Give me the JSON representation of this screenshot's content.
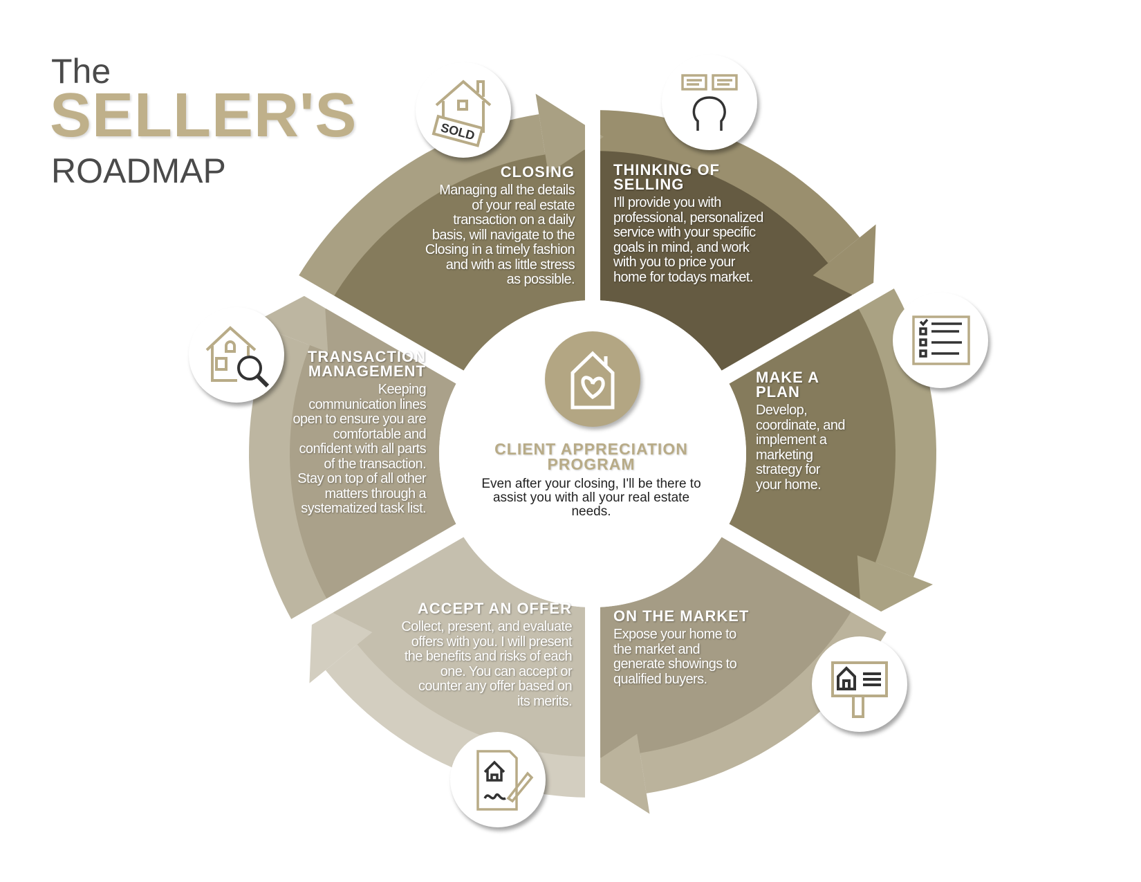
{
  "title": {
    "the": "The",
    "sellers": "SELLER'S",
    "roadmap": "ROADMAP"
  },
  "center": {
    "icon": "house-heart-icon",
    "title": "CLIENT APPRECIATION\nPROGRAM",
    "body": "Even after your closing, I'll be there to\nassist you with all your real estate\nneeds."
  },
  "steps": [
    {
      "title": "THINKING OF\nSELLING",
      "body": "I'll provide you with\nprofessional, personalized\nservice with your specific\ngoals in mind, and work\nwith you to price your\nhome for todays market.",
      "icon": "thinking-head-icon"
    },
    {
      "title": "MAKE A\nPLAN",
      "body": "Develop,\ncoordinate, and\nimplement a\nmarketing\nstrategy for\nyour home.",
      "icon": "checklist-icon"
    },
    {
      "title": "ON THE MARKET",
      "body": "Expose your home to\nthe market and\ngenerate showings to\nqualified buyers.",
      "icon": "house-sign-icon"
    },
    {
      "title": "ACCEPT AN OFFER",
      "body": "Collect, present, and evaluate\noffers with you. I will present\nthe benefits and risks of each\none.  You can accept or\ncounter any offer based on\nits merits.",
      "icon": "signed-contract-icon"
    },
    {
      "title": "TRANSACTION\nMANAGEMENT",
      "body": "Keeping\ncommunication lines\nopen to ensure you are\ncomfortable and\nconfident with all parts\nof the transaction.\nStay on top of all other\nmatters through a\nsystematized task list.",
      "icon": "house-search-icon"
    },
    {
      "title": "CLOSING",
      "body": "Managing all the details\nof your real estate\ntransaction on a daily\nbasis, will navigate to the\nClosing in a timely fashion\nand with as little stress\nas possible.",
      "icon": "sold-house-icon",
      "sold_label": "SOLD"
    }
  ],
  "colors": {
    "gold": "#bfb08a",
    "dark": "#4a4a4a"
  }
}
